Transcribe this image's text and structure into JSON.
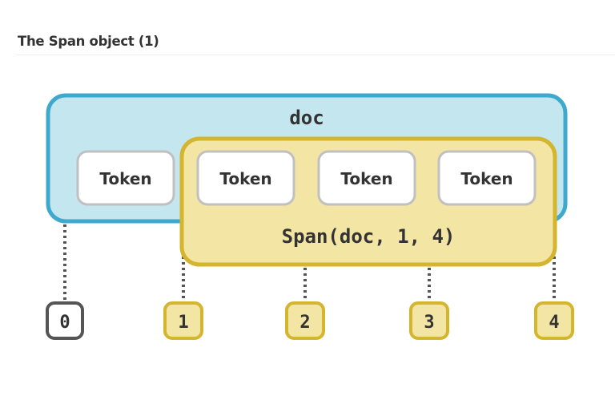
{
  "page": {
    "title": "The Span object (1)"
  },
  "diagram": {
    "doc_label": "doc",
    "span_label": "Span(doc, 1, 4)",
    "tokens": [
      {
        "label": "Token"
      },
      {
        "label": "Token"
      },
      {
        "label": "Token"
      },
      {
        "label": "Token"
      }
    ],
    "indices": [
      "0",
      "1",
      "2",
      "3",
      "4"
    ],
    "colors": {
      "doc_fill": "#c3e6ef",
      "doc_stroke": "#3ea9cc",
      "span_fill": "#f3e5a4",
      "span_stroke": "#d3b52e",
      "token_fill": "#ffffff",
      "token_stroke": "#c0c0c0",
      "index_plain_stroke": "#555555",
      "text_dark": "#333333"
    }
  }
}
